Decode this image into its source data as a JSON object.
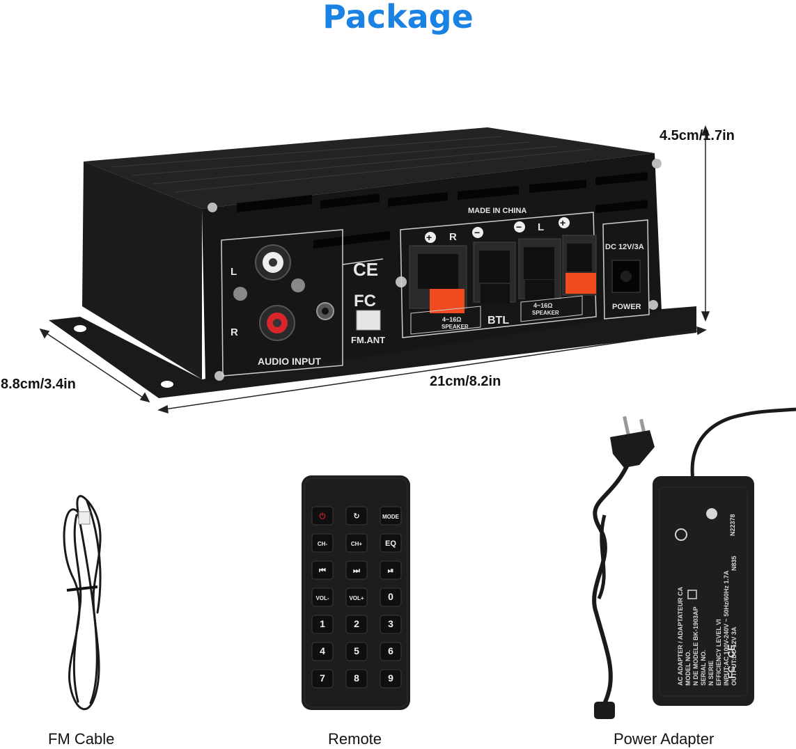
{
  "title": "Package",
  "colors": {
    "title": "#1a82e2",
    "device": "#151515",
    "panel": "#1f1f1f",
    "terminal_red": "#f04b1f"
  },
  "dimensions": {
    "height": "4.5cm/1.7in",
    "depth": "8.8cm/3.4in",
    "width": "21cm/8.2in"
  },
  "panel": {
    "made_in": "MADE IN CHINA",
    "audio_input": "AUDIO INPUT",
    "left_ch": "L",
    "right_ch": "R",
    "ce": "CE",
    "fc": "FC",
    "fm_ant": "FM.ANT",
    "speaker_r": "R",
    "speaker_l": "L",
    "btl": "BTL",
    "impedance": "4~16Ω",
    "speaker": "SPEAKER",
    "dc": "DC 12V/3A",
    "power": "POWER"
  },
  "remote_buttons": [
    [
      "⏻",
      "↻",
      "MODE"
    ],
    [
      "CH-",
      "CH+",
      "EQ"
    ],
    [
      "⏮",
      "⏭",
      "⏯"
    ],
    [
      "VOL-",
      "VOL+",
      "0"
    ],
    [
      "1",
      "2",
      "3"
    ],
    [
      "4",
      "5",
      "6"
    ],
    [
      "7",
      "8",
      "9"
    ]
  ],
  "adapter_labels": {
    "header": "AC ADAPTER / ADAPTATEUR CA",
    "model": "MODEL NO.",
    "model_fr": "N DE MODELE  BK-1903AP",
    "serial": "SERIAL NO.",
    "serial_fr": "N SERIE",
    "efficiency": "EFFICIENCY LEVEL VI",
    "input": "INPUT:AC 100V-240V ~ 50Hz/60Hz 1.7A",
    "output": "OUTPUT:DC 12V 3A",
    "code": "N22378",
    "n835": "N835",
    "fcc": "FC",
    "ce": "CE"
  },
  "items": [
    {
      "name": "FM Cable"
    },
    {
      "name": "Remote"
    },
    {
      "name": "Power Adapter"
    }
  ]
}
